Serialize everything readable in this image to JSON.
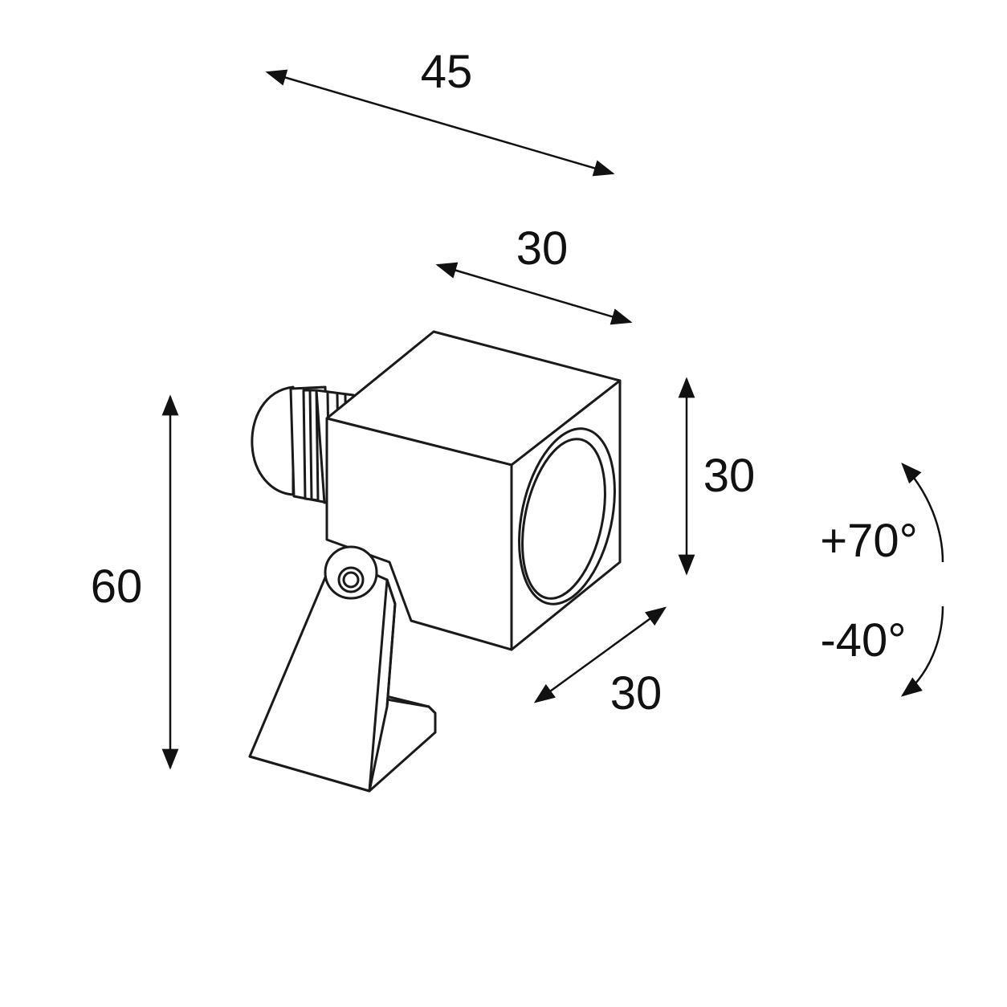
{
  "dimensions": {
    "overall_length": "45",
    "head_length": "30",
    "head_height": "30",
    "head_depth": "30",
    "total_height": "60"
  },
  "tilt": {
    "up": "+70°",
    "down": "-40°"
  },
  "colors": {
    "line": "#1a1a1a",
    "background": "#ffffff"
  }
}
